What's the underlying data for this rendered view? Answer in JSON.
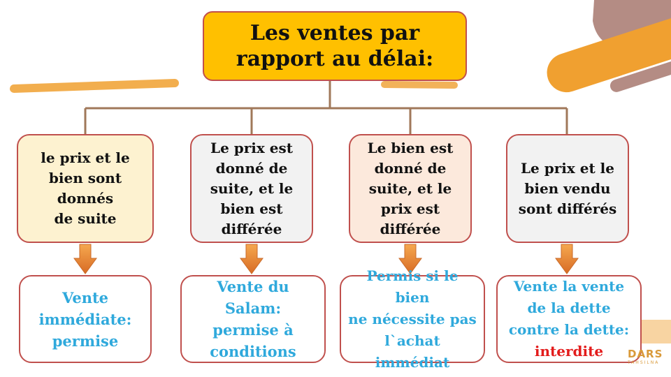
{
  "title": {
    "line1": "Les ventes par",
    "line2": "rapport au délai:"
  },
  "categories": [
    {
      "lines": [
        "le prix et le",
        "bien sont",
        "donnés",
        "de suite"
      ],
      "fill": "#fdf2d0"
    },
    {
      "lines": [
        "Le prix est",
        "donné de",
        "suite, et le",
        "bien est",
        "différée"
      ],
      "fill": "#f2f2f2"
    },
    {
      "lines": [
        "Le bien est",
        "donné de",
        "suite, et le",
        "prix est",
        "différée"
      ],
      "fill": "#fce9dc"
    },
    {
      "lines": [
        "Le prix et le",
        "bien vendu",
        "sont différés"
      ],
      "fill": "#f2f2f2"
    }
  ],
  "results": [
    {
      "lines": [
        "Vente",
        "immédiate:",
        "permise"
      ]
    },
    {
      "lines": [
        "Vente du Salam:",
        "permise à",
        "conditions"
      ]
    },
    {
      "lines": [
        "Permis si le bien",
        "ne nécessite pas",
        "l`achat",
        "immédiat"
      ]
    },
    {
      "lines": [
        "Vente la vente",
        "de la dette",
        "contre la dette:",
        "interdite"
      ]
    }
  ],
  "watermark": {
    "brand": "DARS",
    "tagline": "TAHSILNA"
  },
  "colors": {
    "title_fill": "#ffc000",
    "border": "#c0504d",
    "connector": "#a0785a",
    "arrow": "#e8883a",
    "result_text": "#2fa9dc",
    "forbidden_text": "#e31c1c"
  }
}
